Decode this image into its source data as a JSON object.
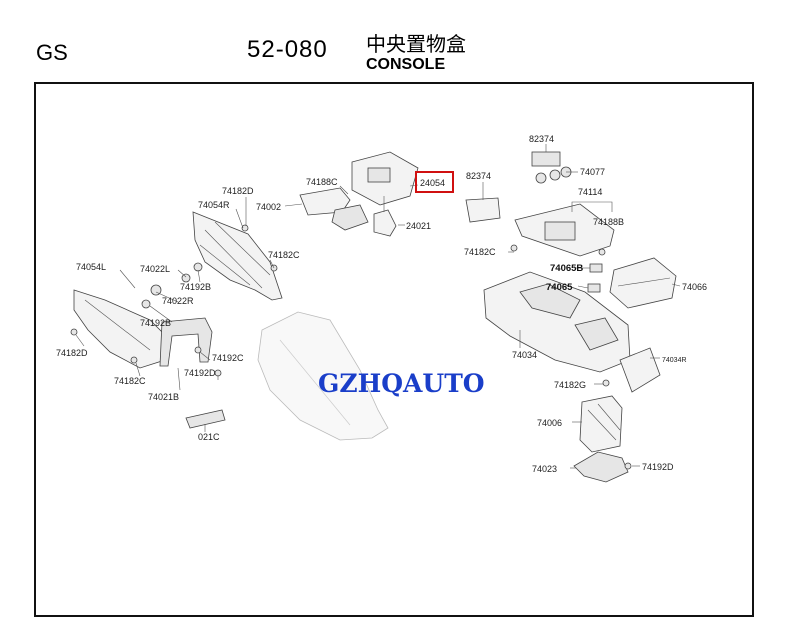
{
  "header": {
    "model": "GS",
    "code": "52-080",
    "title_cn": "中央置物盒",
    "title_en": "CONSOLE"
  },
  "highlight_color": "#d01010",
  "watermark": {
    "text": "GZHQAUTO",
    "color": "#1a3ec9"
  },
  "labels": {
    "l_74182d_a": "74182D",
    "l_74054r": "74054R",
    "l_74188c": "74188C",
    "l_74002": "74002",
    "l_24054": "24054",
    "l_24021": "24021",
    "l_82374_a": "82374",
    "l_82374_b": "82374",
    "l_74077": "74077",
    "l_74114": "74114",
    "l_74188b": "74188B",
    "l_74182c_a": "74182C",
    "l_74182c_b": "74182C",
    "l_74054l": "74054L",
    "l_74022l": "74022L",
    "l_74192b_a": "74192B",
    "l_74022r": "74022R",
    "l_74192b_b": "74192B",
    "l_74182d_b": "74182D",
    "l_74192c": "74192C",
    "l_74192d_a": "74192D",
    "l_74182c_c": "74182C",
    "l_74021b": "74021B",
    "l_021c": "021C",
    "l_74065b": "74065B",
    "l_74065": "74065",
    "l_74066": "74066",
    "l_74034": "74034",
    "l_74034r": "74034R",
    "l_74182g": "74182G",
    "l_74006": "74006",
    "l_74023": "74023",
    "l_74192d_b": "74192D"
  }
}
